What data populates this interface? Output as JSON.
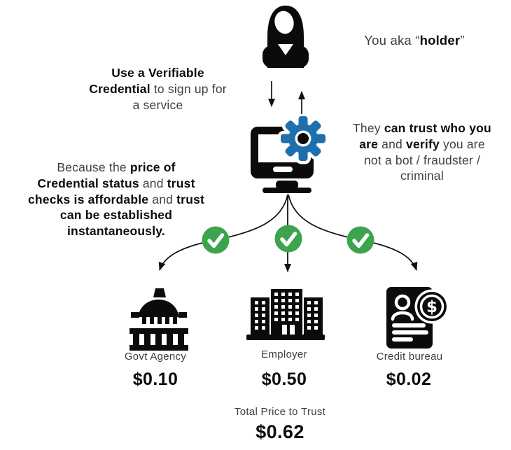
{
  "colors": {
    "green": "#3EA34D",
    "blue": "#1E6FAD",
    "ink": "#111111",
    "text_gray": "#3F3F3F"
  },
  "holder": {
    "segments": [
      {
        "t": "You aka “",
        "b": false
      },
      {
        "t": "holder",
        "b": true
      },
      {
        "t": "”",
        "b": false
      }
    ]
  },
  "signup_note": {
    "segments": [
      {
        "t": "Use a Verifiable\nCredential",
        "b": true
      },
      {
        "t": " to sign up for\na service",
        "b": false
      }
    ]
  },
  "trust_note": {
    "segments": [
      {
        "t": "They ",
        "b": false
      },
      {
        "t": "can trust who you\nare",
        "b": true
      },
      {
        "t": " and ",
        "b": false
      },
      {
        "t": "verify",
        "b": true
      },
      {
        "t": " you are\nnot a bot / fraudster /\ncriminal",
        "b": false
      }
    ]
  },
  "because_note": {
    "segments": [
      {
        "t": "Because the ",
        "b": false
      },
      {
        "t": "price of\nCredential status",
        "b": true
      },
      {
        "t": " and ",
        "b": false
      },
      {
        "t": "trust\nchecks is affordable",
        "b": true
      },
      {
        "t": " and ",
        "b": false
      },
      {
        "t": "trust\ncan be established\ninstantaneously.",
        "b": true
      }
    ]
  },
  "verifiers": [
    {
      "label": "Govt Agency",
      "price": "$0.10",
      "icon": "government-building-icon"
    },
    {
      "label": "Employer",
      "price": "$0.50",
      "icon": "office-building-icon"
    },
    {
      "label": "Credit bureau",
      "price": "$0.02",
      "icon": "credit-report-icon"
    }
  ],
  "total": {
    "label": "Total Price to Trust",
    "value": "$0.62"
  },
  "icons": [
    "holder-person-icon",
    "down-arrow-icon",
    "up-arrow-icon",
    "verifier-computer-icon",
    "settings-gear-icon",
    "verified-check-icon",
    "government-building-icon",
    "office-building-icon",
    "credit-report-icon",
    "dollar-coin-icon"
  ]
}
